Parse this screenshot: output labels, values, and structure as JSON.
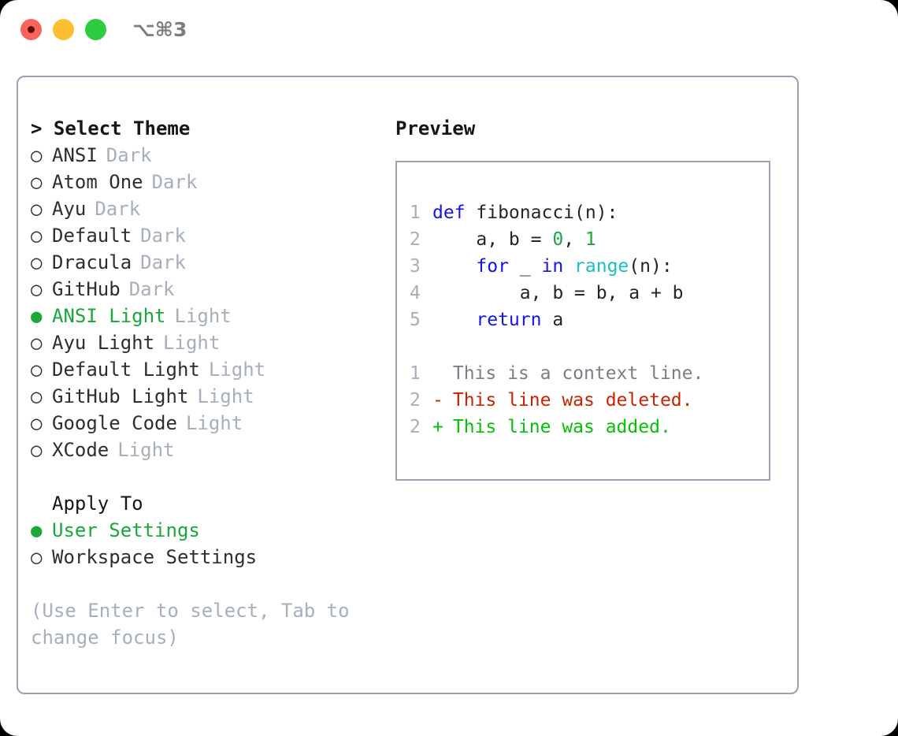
{
  "titlebar": {
    "shortcut": "⌥⌘3",
    "buttons": [
      "close",
      "minimize",
      "maximize"
    ]
  },
  "theme_picker": {
    "header": "> Select Theme",
    "marker_selected": "●",
    "marker_unselected": "○",
    "items": [
      {
        "marker": "○",
        "name": "ANSI",
        "variant": "Dark",
        "selected": false
      },
      {
        "marker": "○",
        "name": "Atom One",
        "variant": "Dark",
        "selected": false
      },
      {
        "marker": "○",
        "name": "Ayu",
        "variant": "Dark",
        "selected": false
      },
      {
        "marker": "○",
        "name": "Default",
        "variant": "Dark",
        "selected": false
      },
      {
        "marker": "○",
        "name": "Dracula",
        "variant": "Dark",
        "selected": false
      },
      {
        "marker": "○",
        "name": "GitHub",
        "variant": "Dark",
        "selected": false
      },
      {
        "marker": "●",
        "name": "ANSI Light",
        "variant": "Light",
        "selected": true
      },
      {
        "marker": "○",
        "name": "Ayu Light",
        "variant": "Light",
        "selected": false
      },
      {
        "marker": "○",
        "name": "Default Light",
        "variant": "Light",
        "selected": false
      },
      {
        "marker": "○",
        "name": "GitHub Light",
        "variant": "Light",
        "selected": false
      },
      {
        "marker": "○",
        "name": "Google Code",
        "variant": "Light",
        "selected": false
      },
      {
        "marker": "○",
        "name": "XCode",
        "variant": "Light",
        "selected": false
      }
    ]
  },
  "apply_to": {
    "header": "Apply To",
    "options": [
      {
        "marker": "●",
        "label": "User Settings",
        "selected": true
      },
      {
        "marker": "○",
        "label": "Workspace Settings",
        "selected": false
      }
    ]
  },
  "hint": "(Use Enter to select, Tab to change focus)",
  "preview": {
    "header": "Preview",
    "code": [
      {
        "lineno": "1",
        "tokens": [
          {
            "t": "def",
            "c": "kw"
          },
          {
            "t": " fibonacci(n):",
            "c": "text"
          }
        ]
      },
      {
        "lineno": "2",
        "tokens": [
          {
            "t": "    a, b = ",
            "c": "text"
          },
          {
            "t": "0",
            "c": "num"
          },
          {
            "t": ", ",
            "c": "text"
          },
          {
            "t": "1",
            "c": "num"
          }
        ]
      },
      {
        "lineno": "3",
        "tokens": [
          {
            "t": "    ",
            "c": "text"
          },
          {
            "t": "for",
            "c": "kw"
          },
          {
            "t": " _ ",
            "c": "text"
          },
          {
            "t": "in",
            "c": "kw"
          },
          {
            "t": " ",
            "c": "text"
          },
          {
            "t": "range",
            "c": "fn"
          },
          {
            "t": "(n):",
            "c": "text"
          }
        ]
      },
      {
        "lineno": "4",
        "tokens": [
          {
            "t": "        a, b = b, a + b",
            "c": "text"
          }
        ]
      },
      {
        "lineno": "5",
        "tokens": [
          {
            "t": "    ",
            "c": "text"
          },
          {
            "t": "return",
            "c": "kw"
          },
          {
            "t": " a",
            "c": "text"
          }
        ]
      }
    ],
    "diff": [
      {
        "lineno": "1",
        "sign": " ",
        "text": " This is a context line.",
        "kind": "context"
      },
      {
        "lineno": "2",
        "sign": "-",
        "text": " This line was deleted.",
        "kind": "deleted"
      },
      {
        "lineno": "2",
        "sign": "+",
        "text": " This line was added.",
        "kind": "added"
      }
    ]
  },
  "colors": {
    "accent_green": "#19a839",
    "muted": "#a6afbb",
    "keyword_blue": "#1414e6",
    "function_cyan": "#18bfc4",
    "diff_added": "#06c206",
    "diff_deleted": "#cc2200",
    "border": "#98a2b1",
    "traffic_red": "#f9635c",
    "traffic_yellow": "#fbbf32",
    "traffic_green": "#2ecc40"
  }
}
